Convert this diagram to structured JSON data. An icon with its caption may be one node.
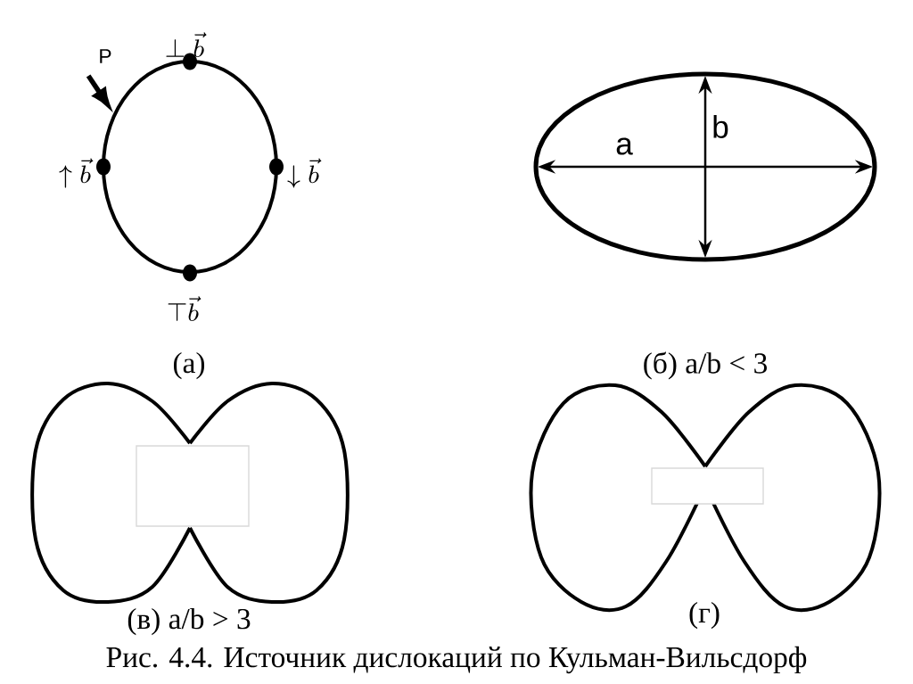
{
  "diagram": {
    "caption": "Рис. 4.4. Источник дислокаций по Кульман-Вильсдорф",
    "nodes": [
      {
        "text": [
          "P"
        ]
      },
      {
        "text": [],
        "shape": "ellipse"
      }
    ],
    "edges": [
      {
        "from": 0,
        "to": 1,
        "arrow": "to"
      }
    ],
    "labels": [
      "\\perp\\vec{b}",
      "b",
      "a",
      "\\uparrow\\vec{b}",
      "\\downarrow\\vec{b}",
      "\\top\\vec{b}",
      "(а)",
      "(б) a/b < 3",
      "(в) a/b > 3",
      "(г)"
    ]
  }
}
